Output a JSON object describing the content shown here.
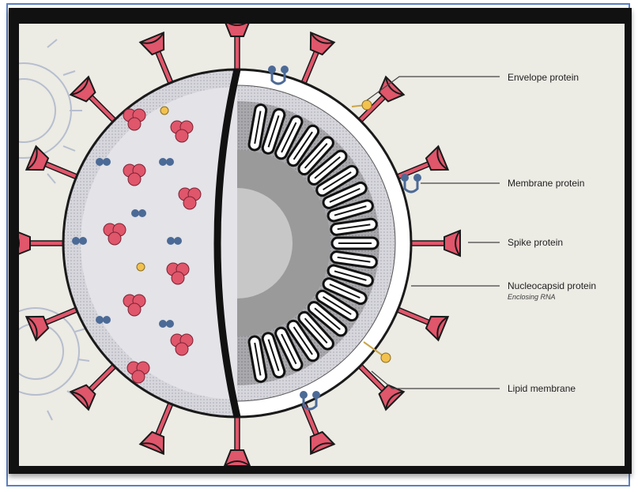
{
  "labels": {
    "envelope": "Envelope protein",
    "membrane": "Membrane protein",
    "spike": "Spike protein",
    "nucleocapsid": "Nucleocapsid protein",
    "nucleocapsid_sub": "Enclosing RNA",
    "lipid": "Lipid membrane"
  },
  "colors": {
    "background": "#ecebe4",
    "spike": "#e0566b",
    "spike_dark": "#1a1a1a",
    "membrane_protein": "#4c6a96",
    "envelope_protein": "#f2c14e",
    "capsid_gray": "#9a9a9a",
    "frame": "#5b7fbf"
  },
  "icons": [
    "coronavirus-particle-icon"
  ]
}
